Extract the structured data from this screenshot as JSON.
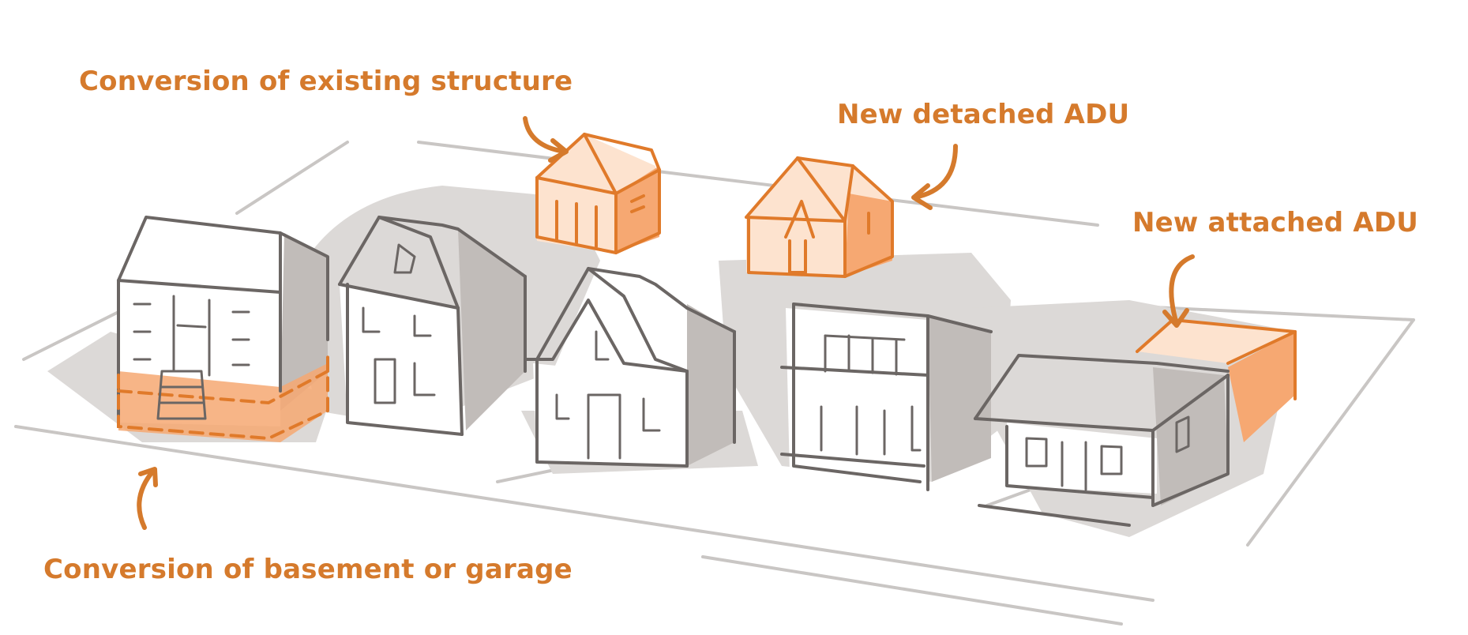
{
  "labels": {
    "existing_structure": "Conversion of existing structure",
    "detached": "New detached ADU",
    "attached": "New attached ADU",
    "basement": "Conversion of basement or garage"
  },
  "colors": {
    "accent": "#d57a2c",
    "highlight": "#f6a872",
    "ink": "#6b6664",
    "shadow": "#dcd9d7"
  }
}
